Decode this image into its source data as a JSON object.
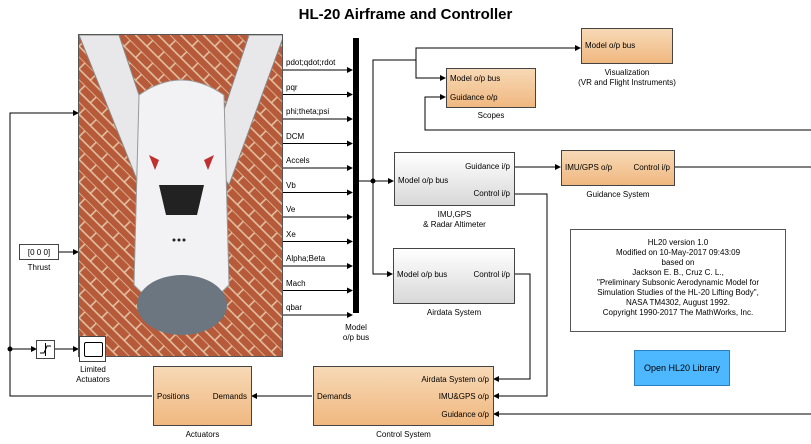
{
  "title": "HL-20 Airframe and Controller",
  "thrust": {
    "value": "[0 0 0]",
    "label": "Thrust"
  },
  "airframe_outputs": [
    "pdot;qdot;rdot",
    "pqr",
    "phi;theta;psi",
    "DCM",
    "Accels",
    "Vb",
    "Ve",
    "Xe",
    "Alpha;Beta",
    "Mach",
    "qbar"
  ],
  "bus_label": [
    "Model",
    "o/p bus"
  ],
  "visualization": {
    "port_in": "Model o/p  bus",
    "caption": [
      "Visualization",
      "(VR and Flight Instruments)"
    ]
  },
  "scopes": {
    "port_in_1": "Model o/p bus",
    "port_in_2": "Guidance o/p",
    "caption": "Scopes"
  },
  "imu": {
    "port_in": "Model o/p bus",
    "port_out_1": "Guidance i/p",
    "port_out_2": "Control i/p",
    "caption": [
      "IMU,GPS",
      "& Radar Altimeter"
    ]
  },
  "guidance": {
    "port_in": "IMU/GPS o/p",
    "port_out": "Control i/p",
    "caption": "Guidance System"
  },
  "airdata": {
    "port_in": "Model o/p bus",
    "port_out": "Control i/p",
    "caption": "Airdata System"
  },
  "info": [
    "HL20 version 1.0",
    "Modified on 10-May-2017 09:43:09",
    "based on",
    "Jackson E. B., Cruz C. L.,",
    "\"Preliminary Subsonic Aerodynamic Model for",
    "Simulation Studies of the HL-20 Lifting Body\",",
    "NASA TM4302, August 1992.",
    "Copyright 1990-2017 The MathWorks, Inc."
  ],
  "library_button": "Open HL20 Library",
  "limited_actuators": [
    "Limited",
    "Actuators"
  ],
  "actuators": {
    "port_in": "Demands",
    "port_out": "Positions",
    "caption": "Actuators"
  },
  "control": {
    "port_out": "Demands",
    "port_in_1": "Airdata System o/p",
    "port_in_2": "IMU&GPS o/p",
    "port_in_3": "Guidance o/p",
    "caption": "Control System"
  },
  "colors": {
    "subsystem": "#f0b880",
    "library_button": "#4db8ff"
  }
}
